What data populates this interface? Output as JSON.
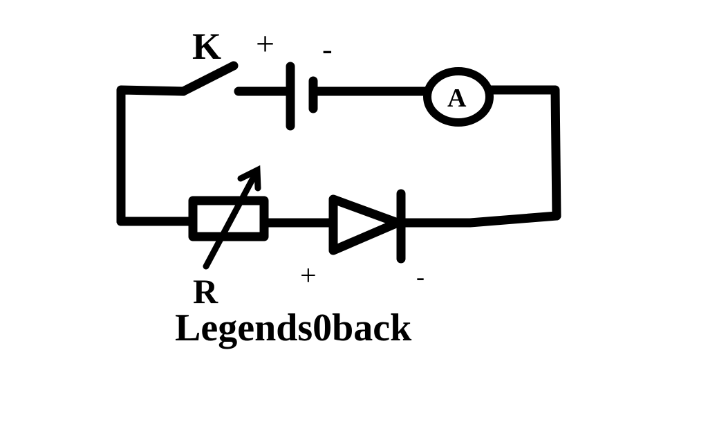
{
  "diagram": {
    "type": "electrical-circuit",
    "components": {
      "switch": {
        "label": "K",
        "state": "open"
      },
      "battery": {
        "plus_label": "+",
        "minus_label": "-"
      },
      "ammeter": {
        "label": "A"
      },
      "rheostat": {
        "label": "R"
      },
      "diode": {
        "plus_label": "+",
        "minus_label": "-"
      }
    },
    "caption": "Legends0back",
    "colors": {
      "stroke": "#000000",
      "background": "#ffffff"
    }
  }
}
